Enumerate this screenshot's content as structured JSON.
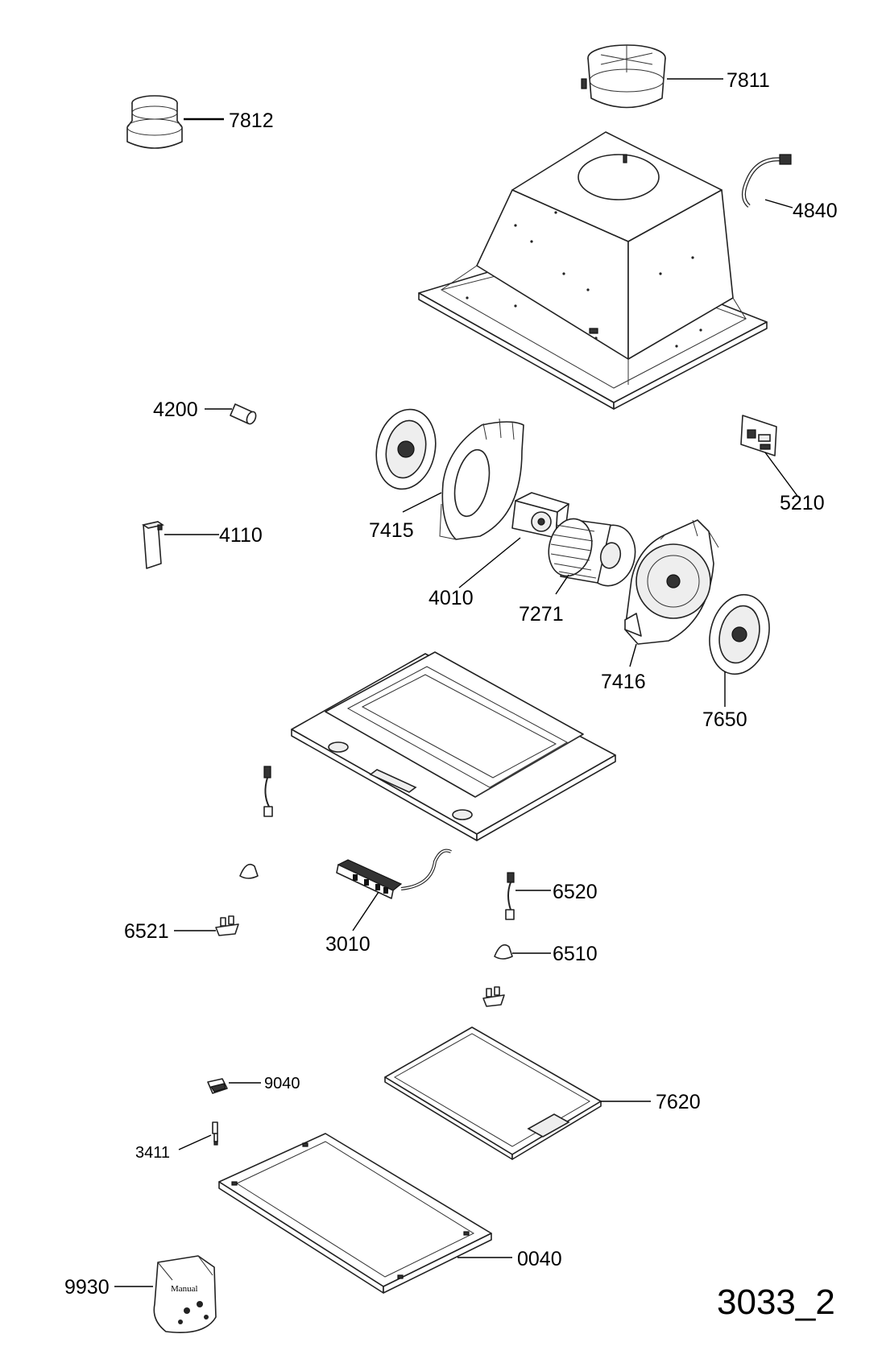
{
  "diagram_id": "3033_2",
  "callouts": {
    "c7811": "7811",
    "c7812": "7812",
    "c4840": "4840",
    "c4200": "4200",
    "c5210": "5210",
    "c7415": "7415",
    "c4110": "4110",
    "c4010": "4010",
    "c7271": "7271",
    "c7416": "7416",
    "c7650": "7650",
    "c6520": "6520",
    "c6521": "6521",
    "c3010": "3010",
    "c6510": "6510",
    "c9040": "9040",
    "c7620": "7620",
    "c3411": "3411",
    "c0040": "0040",
    "c9930": "9930"
  },
  "manual_bag_text": "Manual"
}
